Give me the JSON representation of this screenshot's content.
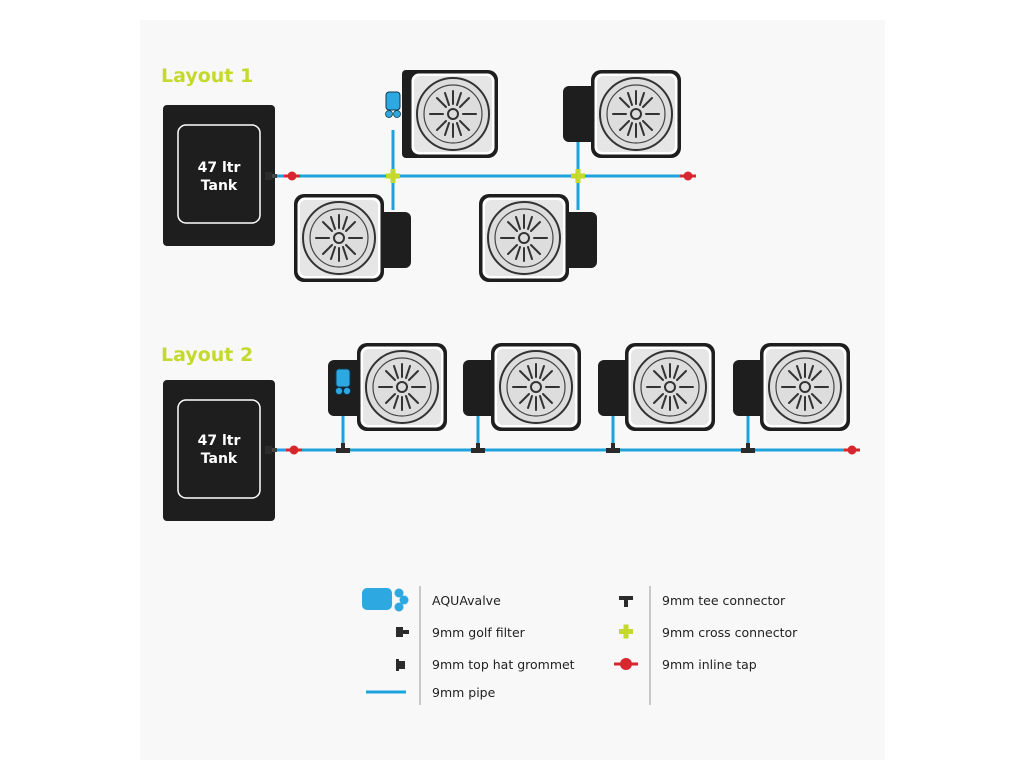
{
  "layout1": {
    "heading": "Layout 1",
    "tank_line1": "47 ltr",
    "tank_line2": "Tank"
  },
  "layout2": {
    "heading": "Layout 2",
    "tank_line1": "47 ltr",
    "tank_line2": "Tank"
  },
  "legend": {
    "aquavalve": "AQUAvalve",
    "golf_filter": "9mm golf filter",
    "grommet": "9mm top hat grommet",
    "pipe": "9mm pipe",
    "tee": "9mm tee connector",
    "cross": "9mm cross connector",
    "tap": "9mm inline tap"
  },
  "colors": {
    "heading": "#c5d92c",
    "pipe": "#1ea2dc",
    "valve": "#2ea8e0",
    "cross": "#c5d92c",
    "tap": "#d8262f",
    "pot": "#1e1e1e"
  }
}
